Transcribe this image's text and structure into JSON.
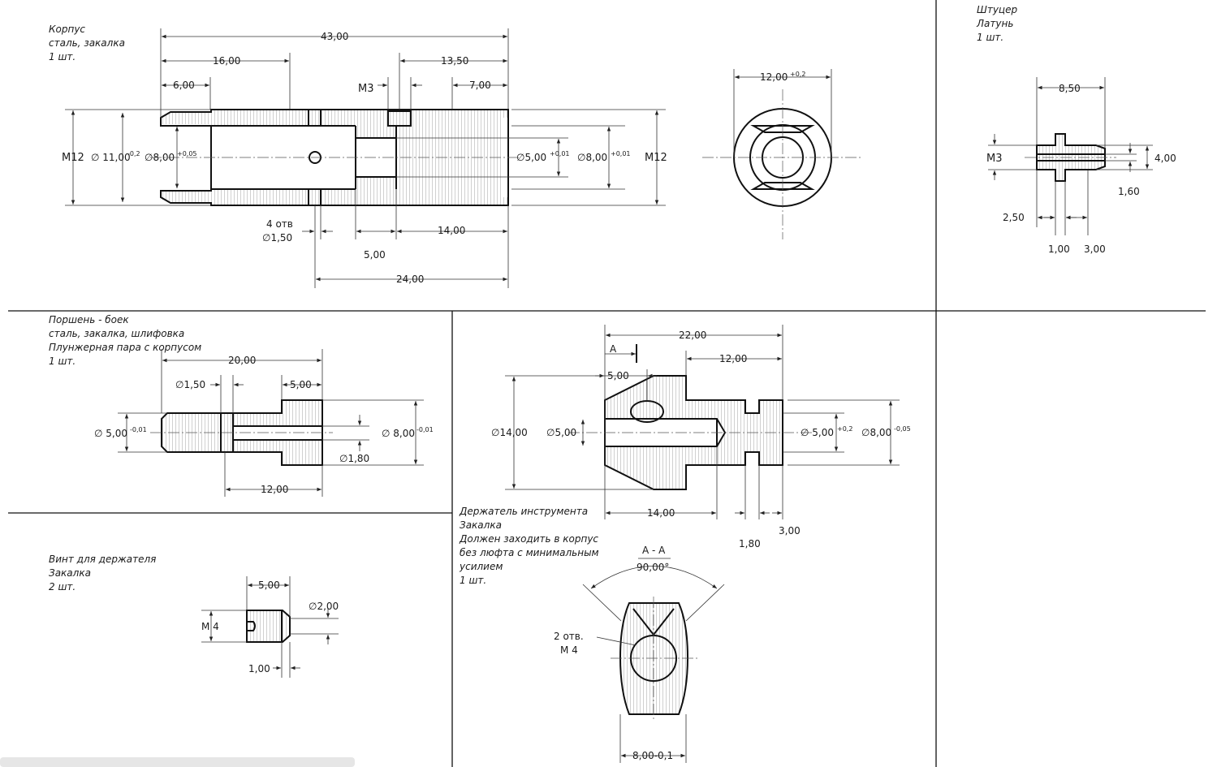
{
  "parts": {
    "korpus": {
      "title": "Корпус",
      "material": "сталь, закалка",
      "qty": "1 шт."
    },
    "shtucer": {
      "title": "Штуцер",
      "material": "Латунь",
      "qty": "1 шт."
    },
    "porshen": {
      "title": "Поршень - боек",
      "material": "сталь, закалка, шлифовка",
      "note": "Плунжерная пара с корпусом",
      "qty": "1 шт."
    },
    "vint": {
      "title": "Винт для держателя",
      "material": "Закалка",
      "qty": "2 шт."
    },
    "derzhatel": {
      "title": "Держатель инструмента",
      "material": "Закалка",
      "note1": "Должен заходить в корпус",
      "note2": "без люфта с минимальным",
      "note3": "усилием",
      "qty": "1 шт."
    }
  },
  "dims": {
    "k_43": "43,00",
    "k_16": "16,00",
    "k_6": "6,00",
    "k_1350": "13,50",
    "k_7": "7,00",
    "k_m3": "M3",
    "k_m12_l": "M12",
    "k_11": "∅ 11,00",
    "k_11_tol": "-0,2",
    "k_8l": "∅8,00",
    "k_8l_tol": "+0,05",
    "k_5r": "∅5,00",
    "k_5r_tol": "+0,01",
    "k_8r": "∅8,00",
    "k_8r_tol": "+0,01",
    "k_m12_r": "M12",
    "k_4otv": "4 отв",
    "k_150": "∅1,50",
    "k_5": "5,00",
    "k_14": "14,00",
    "k_24": "24,00",
    "k_12": "12,00",
    "k_12_tol": "+0,2",
    "s_850": "8,50",
    "s_m3": "M3",
    "s_4": "4,00",
    "s_160": "1,60",
    "s_250": "2,50",
    "s_1": "1,00",
    "s_3": "3,00",
    "p_20": "20,00",
    "p_150": "∅1,50",
    "p_5": "5,00",
    "p_5d": "∅ 5,00",
    "p_5d_tol": "-0,01",
    "p_8d": "∅ 8,00",
    "p_8d_tol": "-0,01",
    "p_180": "∅1,80",
    "p_12": "12,00",
    "v_5": "5,00",
    "v_m4": "M 4",
    "v_2": "∅2,00",
    "v_1": "1,00",
    "d_22": "22,00",
    "d_a": "A",
    "d_12": "12,00",
    "d_5": "5,00",
    "d_14d": "∅14,00",
    "d_5d": "∅5,00",
    "d_5r": "∅ 5,00",
    "d_5r_tol": "+0,2",
    "d_8r": "∅8,00",
    "d_8r_tol": "-0,05",
    "d_14": "14,00",
    "d_180": "1,80",
    "d_3": "3,00",
    "aa_title": "A - A",
    "aa_angle": "90,00°",
    "aa_holes1": "2 отв.",
    "aa_holes2": "M 4",
    "aa_width": "8,00-0,1"
  }
}
